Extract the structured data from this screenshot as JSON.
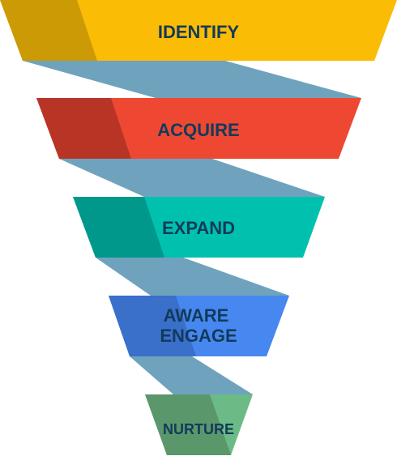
{
  "colors": {
    "ribbon": "#6fa3bd",
    "label_text": "#123a5a"
  },
  "stages": [
    {
      "lines": [
        "IDENTIFY"
      ],
      "color": "#fbbc05",
      "shade": "#cc9a04"
    },
    {
      "lines": [
        "ACQUIRE"
      ],
      "color": "#ee4833",
      "shade": "#b83526"
    },
    {
      "lines": [
        "EXPAND"
      ],
      "color": "#00c1ae",
      "shade": "#00988a"
    },
    {
      "lines": [
        "AWARE",
        "ENGAGE"
      ],
      "color": "#4688f0",
      "shade": "#3a6fca"
    },
    {
      "lines": [
        "NURTURE"
      ],
      "color": "#6cbb86",
      "shade": "#5a976b"
    }
  ]
}
